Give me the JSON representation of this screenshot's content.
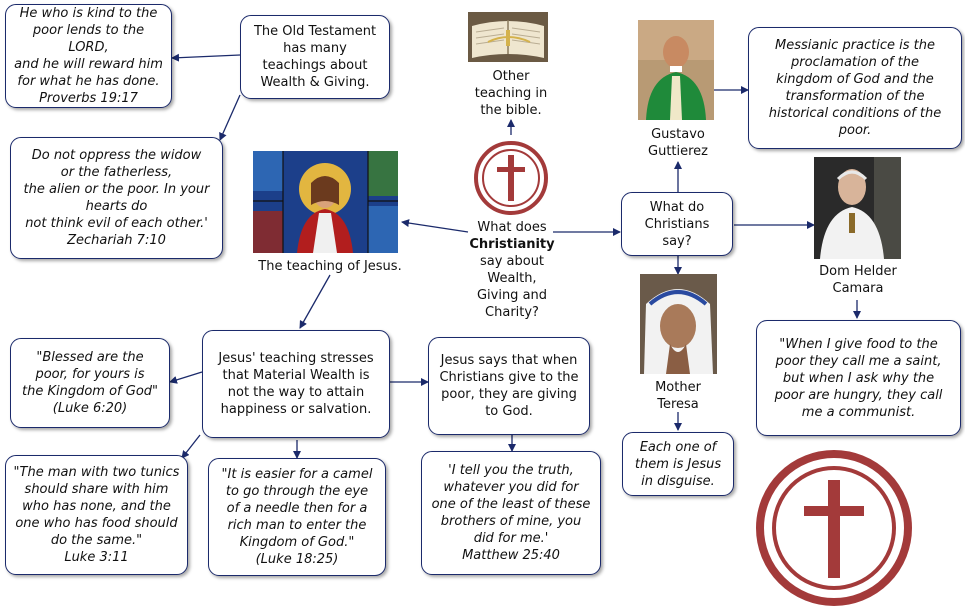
{
  "center": {
    "line1": "What does",
    "line2": "Christianity",
    "line3": "say about\nWealth,\nGiving and\nCharity?"
  },
  "boxes": {
    "old_testament": "The Old Testament\nhas many\nteachings about\nWealth & Giving.",
    "proverbs": "He who is kind to the\npoor lends to the LORD,\nand he will reward him\nfor what he has done.\nProverbs 19:17",
    "zechariah": "Do not oppress the widow\nor the fatherless,\nthe alien or the poor. In your\nhearts do\nnot think evil of each other.'\nZechariah 7:10",
    "jesus_stresses": "Jesus' teaching stresses\nthat Material Wealth is\nnot the way to attain\nhappiness or salvation.",
    "blessed": "\"Blessed are the\npoor, for yours is\nthe Kingdom of God\"\n(Luke 6:20)",
    "two_tunics": "\"The man with two tunics\nshould share with him\nwho has none, and the\none who has food should\ndo the same.\"\nLuke 3:11",
    "camel": "\"It is easier for a camel\nto go through the eye\nof a needle then for a\nrich man to enter the\nKingdom of God.\"\n(Luke 18:25)",
    "give_to_poor": "Jesus says that when\nChristians give to the\npoor, they are giving\nto God.",
    "matthew": "'I tell you the truth,\nwhatever you did for\none of the least of these\nbrothers of mine, you\ndid for me.'\nMatthew 25:40",
    "christians_say": "What do\nChristians\nsay?",
    "messianic": "Messianic practice is the\nproclamation of the\nkingdom of God and the\ntransformation of the\nhistorical conditions of the\npoor.",
    "camara_quote": "\"When I give food to the\npoor they call me a saint,\nbut when I ask why the\npoor are hungry, they call\nme a communist.",
    "each_one": "Each one of\nthem is Jesus\nin disguise."
  },
  "labels": {
    "other_teaching": "Other\nteaching in\nthe bible.",
    "teaching_jesus": "The teaching of Jesus.",
    "gutierrez": "Gustavo\nGuttierez",
    "camara": "Dom Helder\nCamara",
    "teresa": "Mother\nTeresa"
  },
  "colors": {
    "border": "#1b2a6b",
    "arrow": "#1b2a6b",
    "cross_red": "#a33a3a"
  },
  "icons": [
    "bible-icon",
    "jesus-stained-glass-icon",
    "cross-emblem-icon",
    "gutierrez-photo-icon",
    "camara-photo-icon",
    "teresa-photo-icon"
  ]
}
